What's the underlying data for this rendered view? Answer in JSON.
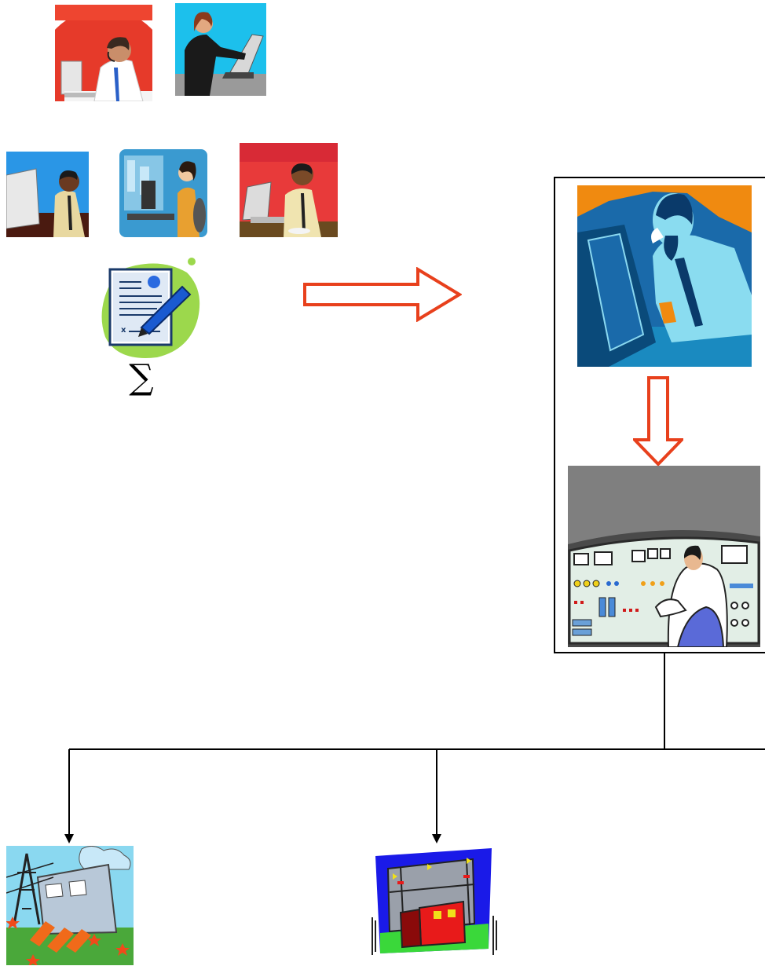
{
  "diagram": {
    "title": "",
    "operators_top": [
      "operator-headset",
      "operator-laptop"
    ],
    "operators_bottom": [
      "operator-monitor",
      "operator-office",
      "operator-desk"
    ],
    "aggregation": {
      "icon": "contract-signing-icon",
      "symbol": "∑"
    },
    "flow_arrow": "right-arrow",
    "control_center": {
      "dispatcher": "dispatcher-icon",
      "down_arrow": "down-arrow",
      "control_room": "control-room-icon"
    },
    "outputs": [
      "power-plant-icon",
      "substation-icon"
    ],
    "colors": {
      "arrow": "#e8401c",
      "lines": "#000000"
    }
  }
}
